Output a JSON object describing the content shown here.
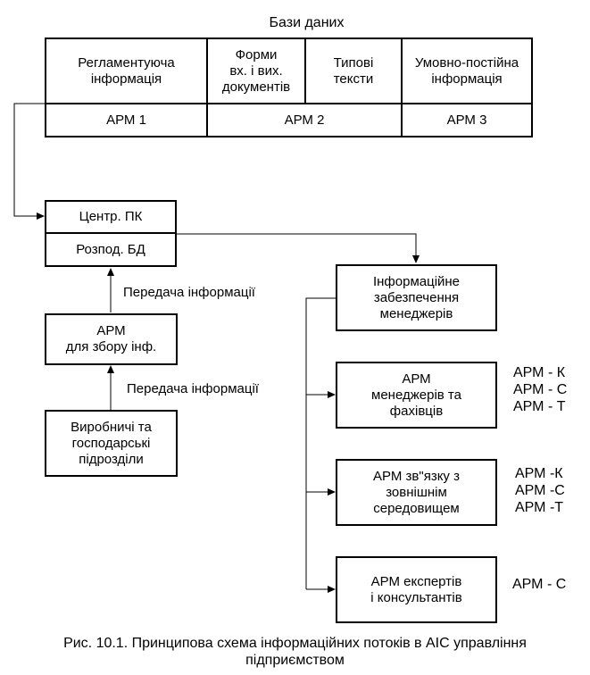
{
  "databases": {
    "title": "Бази даних",
    "row1": [
      "Регламентуюча\nінформація",
      "Форми\nвх. і вих.\nдокументів",
      "Типові\nтексти",
      "Умовно-постійна\nінформація"
    ],
    "row2": [
      "АРМ 1",
      "АРМ 2",
      "АРМ 3"
    ]
  },
  "center": {
    "top": "Центр. ПК",
    "bottom": "Розпод. БД"
  },
  "left": {
    "arm_collect": "АРМ\nдля збору інф.",
    "production": "Виробничі та\nгосподарські\nпідрозділи",
    "transfer_upper": "Передача інформації",
    "transfer_lower": "Передача інформації"
  },
  "right": {
    "info_support": "Інформаційне\nзабезпечення\nменеджерів",
    "boxes": [
      {
        "label": "АРМ\nменеджерів та\nфахівців",
        "side": "АРМ - К\nАРМ - С\nАРМ - Т"
      },
      {
        "label": "АРМ зв\"язку з\nзовнішнім\nсередовищем",
        "side": "АРМ -К\nАРМ -С\nАРМ -Т"
      },
      {
        "label": "АРМ експертів\nі консультантів",
        "side": "АРМ - С"
      }
    ]
  },
  "caption": "Рис. 10.1.  Принципова  схема інформаційних потоків в АІС  управління\nпідприємством"
}
